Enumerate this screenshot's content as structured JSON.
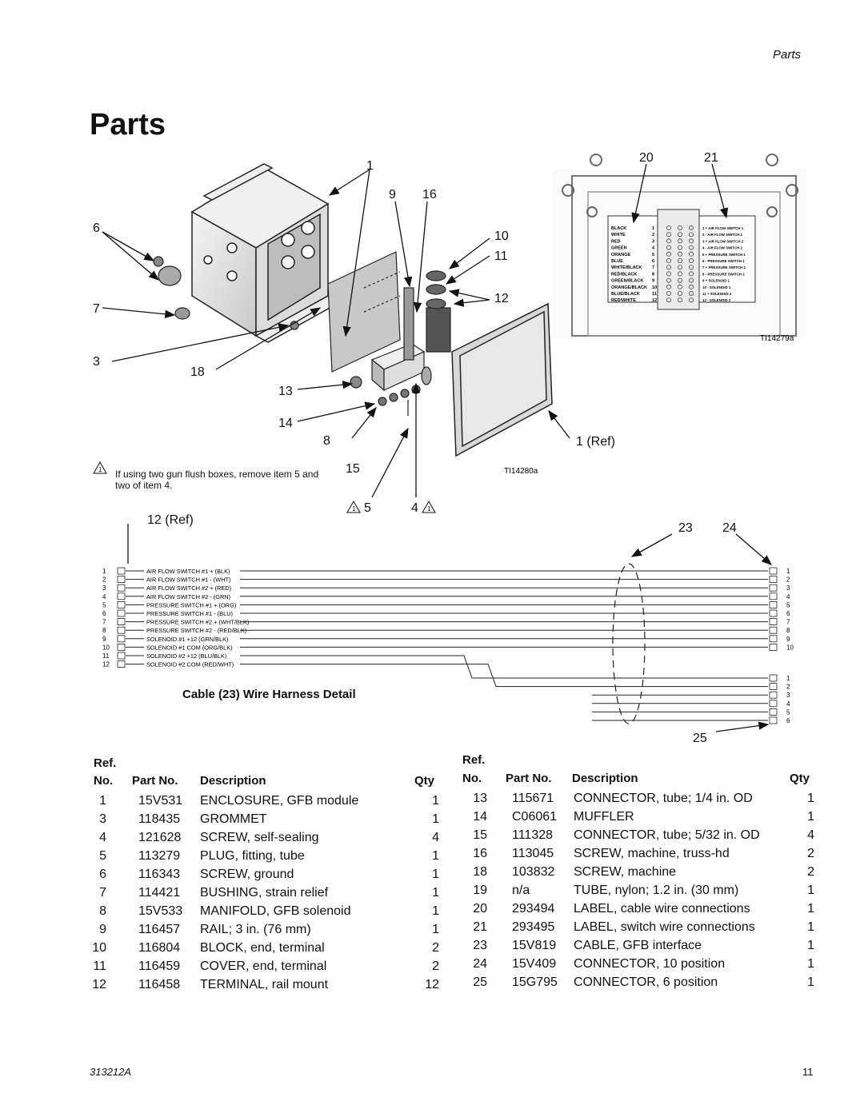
{
  "header": {
    "section": "Parts"
  },
  "page_title": "Parts",
  "figure": {
    "callouts": {
      "c1": "1",
      "c9": "9",
      "c16": "16",
      "c6": "6",
      "c10": "10",
      "c11": "11",
      "c7": "7",
      "c12": "12",
      "c3": "3",
      "c18": "18",
      "c13": "13",
      "c14": "14",
      "c8": "8",
      "c15": "15",
      "c1ref": "1 (Ref)",
      "c5": "5",
      "c4": "4",
      "c20": "20",
      "c21": "21",
      "c12ref": "12 (Ref)",
      "c23": "23",
      "c24": "24",
      "c25": "25"
    },
    "warning_mark": "1",
    "note": "If using two gun flush boxes, remove item 5 and two of item 4.",
    "ti_codes": {
      "enclosure": "TI14280a",
      "terminal": "TI14279a"
    },
    "label_rows": [
      {
        "color": "BLACK",
        "n": "1",
        "desc": "1 + AIR FLOW SWITCH 1"
      },
      {
        "color": "WHITE",
        "n": "2",
        "desc": "2 - AIR FLOW SWITCH 1"
      },
      {
        "color": "RED",
        "n": "3",
        "desc": "3 + AIR FLOW SWITCH 2"
      },
      {
        "color": "GREEN",
        "n": "4",
        "desc": "4 - AIR FLOW SWITCH 2"
      },
      {
        "color": "ORANGE",
        "n": "5",
        "desc": "5 + PRESSURE SWITCH 1"
      },
      {
        "color": "BLUE",
        "n": "6",
        "desc": "6 - PRESSURE SWITCH 1"
      },
      {
        "color": "WHITE/BLACK",
        "n": "7",
        "desc": "7 + PRESSURE SWITCH 2"
      },
      {
        "color": "RED/BLACK",
        "n": "8",
        "desc": "8 - PRESSURE SWITCH 2"
      },
      {
        "color": "GREEN/BLACK",
        "n": "9",
        "desc": "9 + SOLENOID 1"
      },
      {
        "color": "ORANGE/BLACK",
        "n": "10",
        "desc": "10 - SOLENOID 1"
      },
      {
        "color": "BLUE/BLACK",
        "n": "11",
        "desc": "11 + SOLENOID 2"
      },
      {
        "color": "RED/WHITE",
        "n": "12",
        "desc": "12 - SOLENOID 2"
      }
    ],
    "harness_wires": [
      {
        "n": "1",
        "label": "AIR FLOW SWITCH #1 + (BLK)"
      },
      {
        "n": "2",
        "label": "AIR FLOW SWITCH #1 - (WHT)"
      },
      {
        "n": "3",
        "label": "AIR FLOW SWITCH #2 + (RED)"
      },
      {
        "n": "4",
        "label": "AIR FLOW SWITCH #2 - (GRN)"
      },
      {
        "n": "5",
        "label": "PRESSURE SWITCH #1 + (ORG)"
      },
      {
        "n": "6",
        "label": "PRESSURE SWITCH #1 - (BLU)"
      },
      {
        "n": "7",
        "label": "PRESSURE SWITCH #2 + (WHT/BLK)"
      },
      {
        "n": "8",
        "label": "PRESSURE SWITCH #2 - (RED/BLK)"
      },
      {
        "n": "9",
        "label": "SOLENOID #1 +12 (GRN/BLK)"
      },
      {
        "n": "10",
        "label": "SOLENOID #1 COM (ORG/BLK)"
      },
      {
        "n": "11",
        "label": "SOLENOID #2 +12 (BLU/BLK)"
      },
      {
        "n": "12",
        "label": "SOLENOID #2 COM (RED/WHT)"
      }
    ],
    "conn10_pins": [
      "1",
      "2",
      "3",
      "4",
      "5",
      "6",
      "7",
      "8",
      "9",
      "10"
    ],
    "conn6_pins": [
      "1",
      "2",
      "3",
      "4",
      "5",
      "6"
    ],
    "caption": "Cable (23) Wire Harness Detail"
  },
  "table": {
    "headers": {
      "ref": "Ref.",
      "no": "No.",
      "part_no": "Part No.",
      "description": "Description",
      "qty": "Qty"
    },
    "left": [
      {
        "ref": "1",
        "part": "15V531",
        "desc": "ENCLOSURE, GFB module",
        "qty": "1"
      },
      {
        "ref": "3",
        "part": "118435",
        "desc": "GROMMET",
        "qty": "1"
      },
      {
        "ref": "4",
        "part": "121628",
        "desc": "SCREW, self-sealing",
        "qty": "4"
      },
      {
        "ref": "5",
        "part": "113279",
        "desc": "PLUG, fitting, tube",
        "qty": "1"
      },
      {
        "ref": "6",
        "part": "116343",
        "desc": "SCREW, ground",
        "qty": "1"
      },
      {
        "ref": "7",
        "part": "114421",
        "desc": "BUSHING, strain relief",
        "qty": "1"
      },
      {
        "ref": "8",
        "part": "15V533",
        "desc": "MANIFOLD, GFB solenoid",
        "qty": "1"
      },
      {
        "ref": "9",
        "part": "116457",
        "desc": "RAIL; 3 in. (76 mm)",
        "qty": "1"
      },
      {
        "ref": "10",
        "part": "116804",
        "desc": "BLOCK, end, terminal",
        "qty": "2"
      },
      {
        "ref": "11",
        "part": "116459",
        "desc": "COVER, end, terminal",
        "qty": "2"
      },
      {
        "ref": "12",
        "part": "116458",
        "desc": "TERMINAL, rail mount",
        "qty": "12"
      }
    ],
    "right": [
      {
        "ref": "13",
        "part": "115671",
        "desc": "CONNECTOR, tube; 1/4 in. OD",
        "qty": "1"
      },
      {
        "ref": "14",
        "part": "C06061",
        "desc": "MUFFLER",
        "qty": "1"
      },
      {
        "ref": "15",
        "part": "111328",
        "desc": "CONNECTOR, tube; 5/32 in. OD",
        "qty": "4"
      },
      {
        "ref": "16",
        "part": "113045",
        "desc": "SCREW, machine, truss-hd",
        "qty": "2"
      },
      {
        "ref": "18",
        "part": "103832",
        "desc": "SCREW, machine",
        "qty": "2"
      },
      {
        "ref": "19",
        "part": "n/a",
        "desc": "TUBE, nylon; 1.2 in. (30 mm)",
        "qty": "1"
      },
      {
        "ref": "20",
        "part": "293494",
        "desc": "LABEL, cable wire connections",
        "qty": "1"
      },
      {
        "ref": "21",
        "part": "293495",
        "desc": "LABEL, switch wire connections",
        "qty": "1"
      },
      {
        "ref": "23",
        "part": "15V819",
        "desc": "CABLE, GFB interface",
        "qty": "1"
      },
      {
        "ref": "24",
        "part": "15V409",
        "desc": "CONNECTOR, 10 position",
        "qty": "1"
      },
      {
        "ref": "25",
        "part": "15G795",
        "desc": "CONNECTOR, 6 position",
        "qty": "1"
      }
    ]
  },
  "footer": {
    "doc_number": "313212A",
    "page_number": "11"
  }
}
